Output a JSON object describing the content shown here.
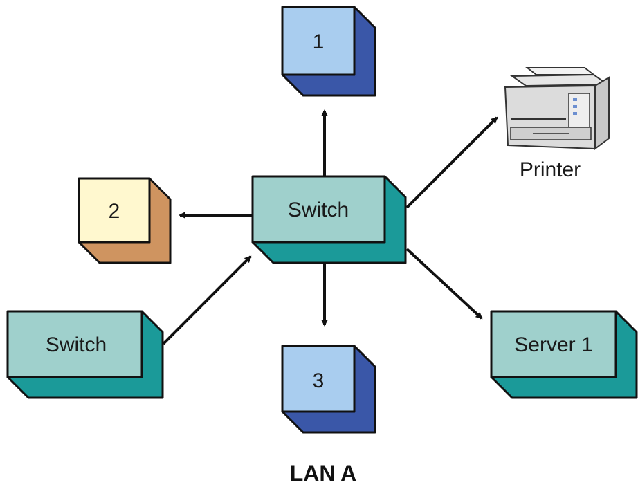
{
  "diagram": {
    "caption": "LAN A",
    "nodes": {
      "central_switch": {
        "label": "Switch"
      },
      "node_1": {
        "label": "1"
      },
      "node_2": {
        "label": "2"
      },
      "node_3": {
        "label": "3"
      },
      "left_switch": {
        "label": "Switch"
      },
      "server": {
        "label": "Server 1"
      },
      "printer": {
        "label": "Printer"
      }
    },
    "edges": [
      {
        "from": "Switch",
        "to": "1"
      },
      {
        "from": "Switch",
        "to": "2"
      },
      {
        "from": "Switch",
        "to": "3"
      },
      {
        "from": "Switch",
        "to": "Printer"
      },
      {
        "from": "Switch",
        "to": "Server 1"
      },
      {
        "from": "Switch (left)",
        "to": "Switch"
      }
    ]
  },
  "colors": {
    "switch_face": "#9fd0cc",
    "switch_side": "#1b9a99",
    "blue_face": "#a9cdef",
    "blue_side": "#3a57a8",
    "yellow_face": "#fff8cf",
    "yellow_side": "#cf9460",
    "line": "#111111"
  },
  "icons": {
    "printer": "printer-icon"
  }
}
